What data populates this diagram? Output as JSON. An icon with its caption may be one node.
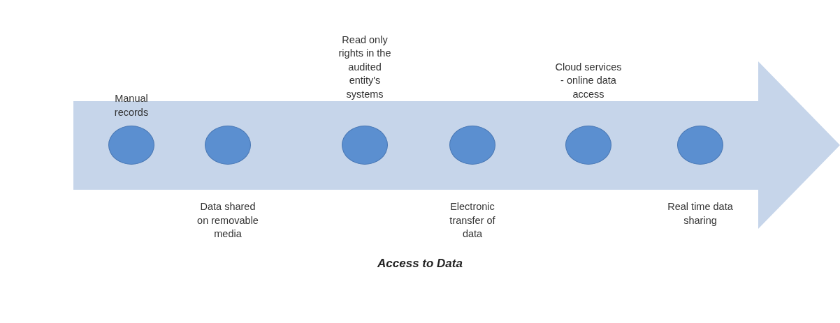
{
  "diagram": {
    "caption": "Access to Data",
    "nodes": [
      {
        "text": [],
        "shape": "arrow"
      },
      {
        "text": [],
        "shape": "circle",
        "in": 0,
        "beside": [
          "Manual records"
        ]
      },
      {
        "text": [],
        "shape": "circle",
        "in": 0,
        "beside": [
          "Data shared on removable media"
        ]
      },
      {
        "text": [],
        "shape": "circle",
        "in": 0,
        "beside": [
          "Read only rights in the audited entity's systems"
        ]
      },
      {
        "text": [],
        "shape": "circle",
        "in": 0,
        "beside": [
          "Electronic transfer of data"
        ]
      },
      {
        "text": [],
        "shape": "circle",
        "in": 0,
        "beside": [
          "Cloud services - online data access"
        ]
      },
      {
        "text": [],
        "shape": "circle",
        "in": 0,
        "beside": [
          "Real time data sharing"
        ]
      }
    ]
  }
}
